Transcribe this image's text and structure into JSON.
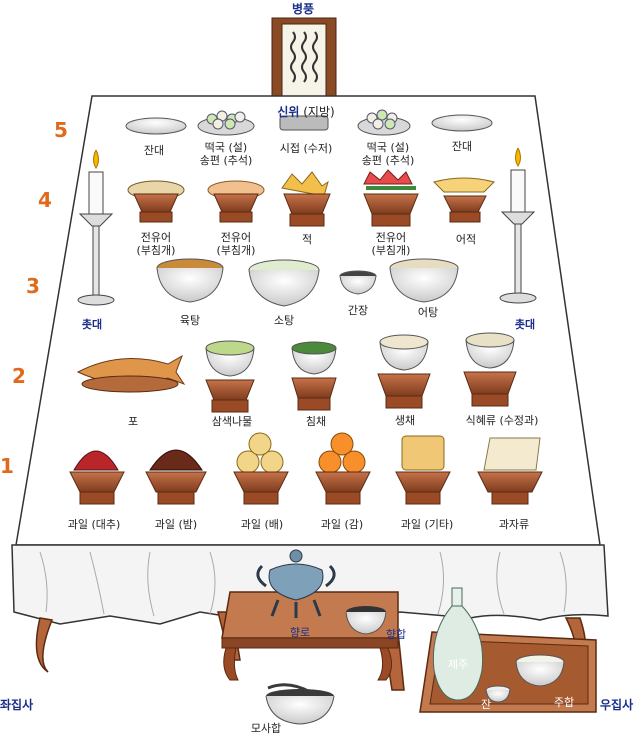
{
  "screen": {
    "title": "병풍"
  },
  "row_numbers": [
    "5",
    "4",
    "3",
    "2",
    "1"
  ],
  "sides": {
    "left": "좌집사",
    "right": "우집사"
  },
  "rows": {
    "row5": {
      "janddae_left": "잔대",
      "tteokguk_left": "떡국 (설)\n송편 (추석)",
      "sinwi_bold": "신위",
      "sinwi_rest": " (지방)",
      "sijeo": "시접 (수저)",
      "tteokguk_right": "떡국 (설)\n송편 (추석)",
      "jandae_right": "잔대"
    },
    "row4": {
      "jeon1": "전유어\n(부침개)",
      "jeon2": "전유어\n(부침개)",
      "jeok": "적",
      "jeon3": "전유어\n(부침개)",
      "eojeok": "어적"
    },
    "row3": {
      "yuktang": "육탕",
      "sotang": "소탕",
      "ganjang": "간장",
      "eotang": "어탕",
      "candle_left": "촛대",
      "candle_right": "촛대"
    },
    "row2": {
      "po": "포",
      "namul": "삼색나물",
      "chimchae": "침채",
      "saengchae": "생채",
      "sikhye": "식혜류 (수정과)"
    },
    "row1": {
      "daechu": "과일 (대추)",
      "bam": "과일 (밤)",
      "bae": "과일 (배)",
      "gam": "과일 (감)",
      "gita": "과일 (기타)",
      "gwajaryu": "과자류"
    }
  },
  "floor": {
    "hyangno": "향로",
    "hyanghap": "향합",
    "mosahap": "모사합",
    "jeju": "제주",
    "jan": "잔",
    "juhap": "주합"
  },
  "colors": {
    "row_number": "#e06a1c",
    "label_blue": "#1a2f8a",
    "pedestal": "#a0522d"
  }
}
